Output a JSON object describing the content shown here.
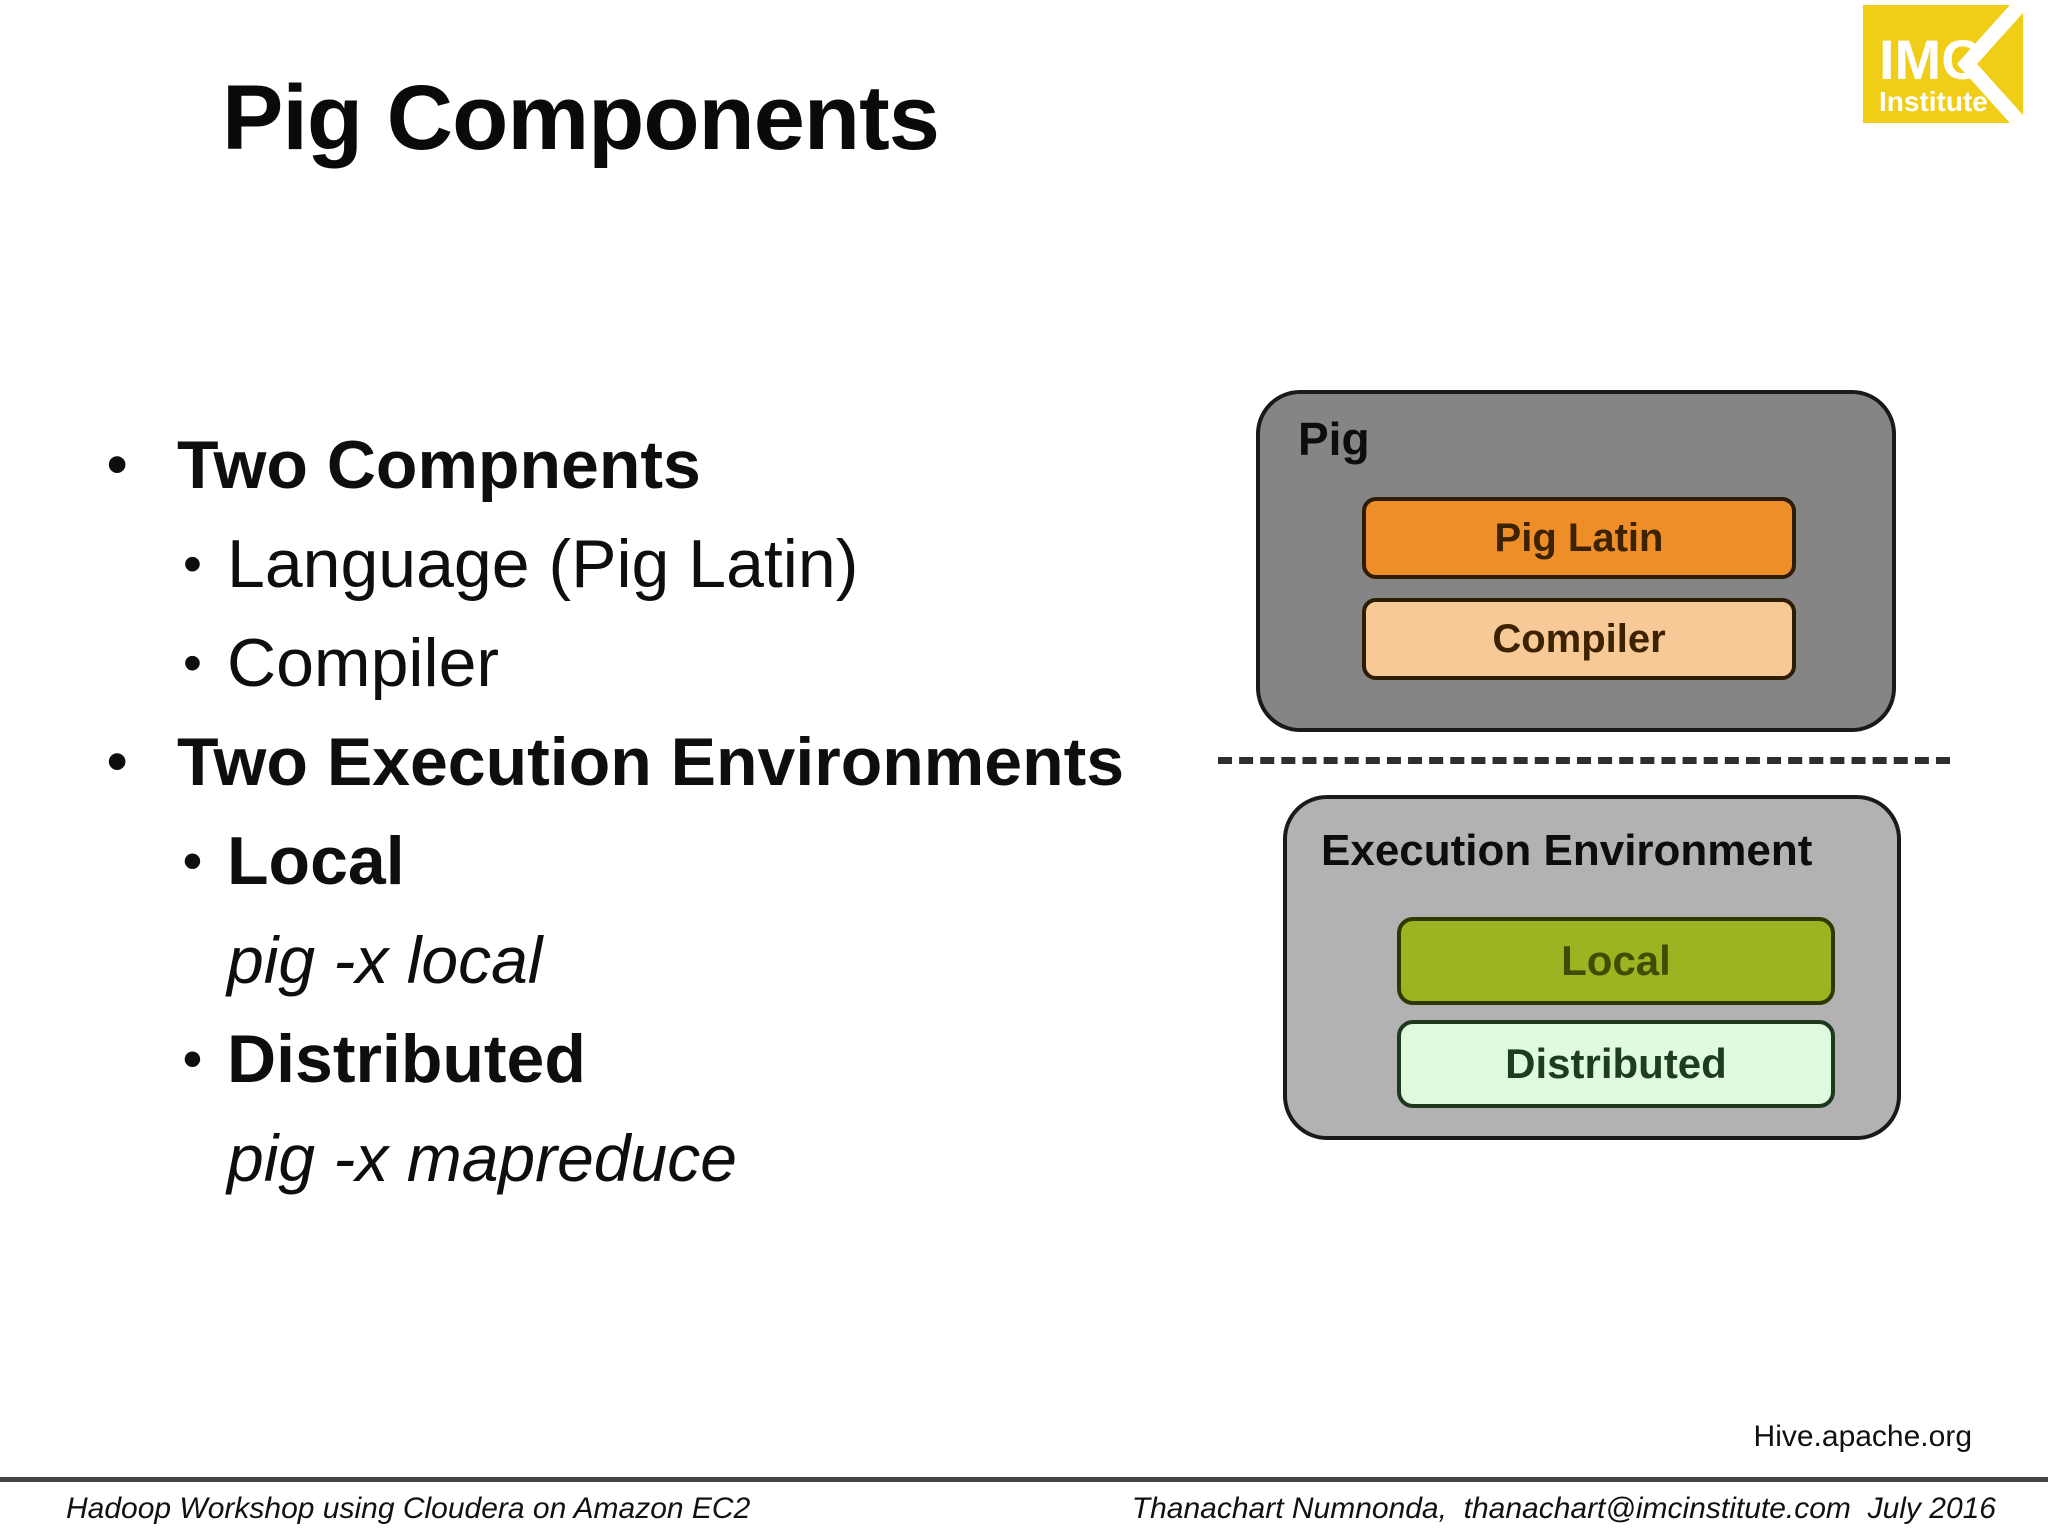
{
  "page": {
    "title": "Pig Components",
    "logo": {
      "abbr": "IMC",
      "name": "Institute",
      "bg_color": "#F0CE17",
      "fg_color": "#FFFFFF"
    },
    "list": {
      "bullet_char": "•",
      "items": [
        {
          "text": "Two Compnents",
          "level": 1,
          "style": "bold"
        },
        {
          "text": "Language (Pig Latin)",
          "level": 2,
          "style": "regular"
        },
        {
          "text": "Compiler",
          "level": 2,
          "style": "regular"
        },
        {
          "text": "Two Execution Environments",
          "level": 1,
          "style": "bold"
        },
        {
          "text": "Local",
          "level": 2,
          "style": "bold"
        },
        {
          "text": "pig -x local",
          "level": 2,
          "style": "italic-no-bullet"
        },
        {
          "text": "Distributed",
          "level": 2,
          "style": "bold"
        },
        {
          "text": "pig -x mapreduce",
          "level": 2,
          "style": "italic-no-bullet"
        }
      ]
    },
    "diagram": {
      "pig_group": {
        "label": "Pig",
        "container_color": "#858585",
        "items": [
          {
            "label": "Pig Latin",
            "color": "#EE8E29",
            "text_color": "#3D2200"
          },
          {
            "label": "Compiler",
            "color": "#F7C997",
            "text_color": "#3D2200"
          }
        ]
      },
      "separator_style": "dashed",
      "exec_group": {
        "label": "Execution Environment",
        "container_color": "#B2B2B2",
        "items": [
          {
            "label": "Local",
            "color": "#9CB322",
            "text_color": "#3E4D03"
          },
          {
            "label": "Distributed",
            "color": "#DFFBDE",
            "text_color": "#1E3C1E"
          }
        ]
      }
    },
    "source_note": "Hive.apache.org",
    "footer": {
      "left": "Hadoop Workshop using Cloudera on Amazon EC2",
      "right": "Thanachart Numnonda,  thanachart@imcinstitute.com  July 2016"
    }
  }
}
